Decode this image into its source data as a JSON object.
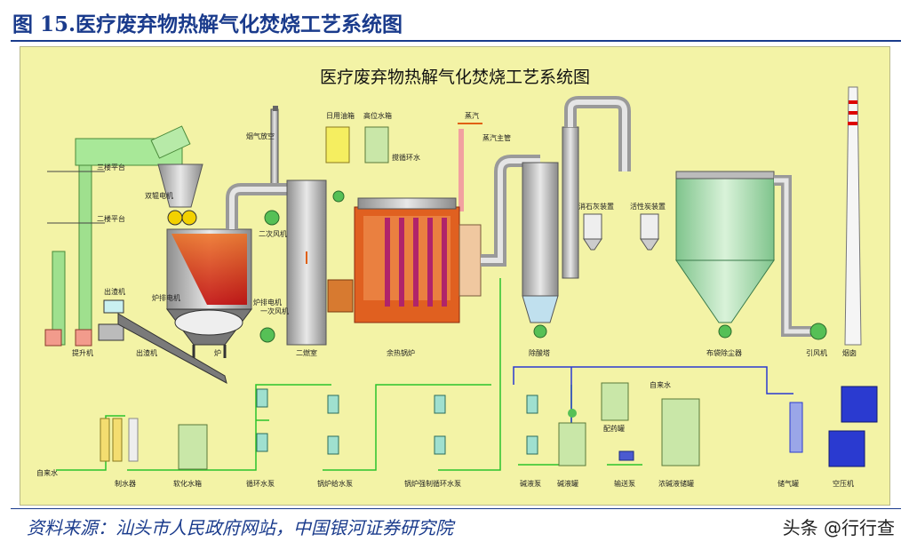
{
  "figure_title": "图 15.医疗废弃物热解气化焚烧工艺系统图",
  "diagram_title": "医疗废弃物热解气化焚烧工艺系统图",
  "source": "资料来源：汕头市人民政府网站，中国银河证券研究院",
  "watermark": "头条 @行行查",
  "labels": {
    "third_floor": "三楼平台",
    "second_floor": "二楼平台",
    "flue_vent": "烟气放空",
    "daily_oil_tank": "日用油箱",
    "high_water_tank": "高位水箱",
    "circulating_water": "搅循环水",
    "steam": "蒸汽",
    "steam_main": "蒸汽主管",
    "hopper_motor": "双辊电机",
    "secondary_fan": "二次风机",
    "ash_extractor": "出渣机",
    "furnace_motor1": "炉排电机",
    "furnace_motor2": "炉排电机",
    "primary_fan": "一次风机",
    "hoist": "提升机",
    "slag_conveyor": "出渣机",
    "gasifier": "炉",
    "secondary_chamber": "二燃室",
    "waste_heat_boiler": "余热锅炉",
    "lime_device": "消石灰装置",
    "carbon_device": "活性炭装置",
    "deacid_tower": "除酸塔",
    "bag_filter": "布袋除尘器",
    "induced_fan": "引风机",
    "chimney": "烟囱",
    "tap_water_in": "自来水",
    "tap_water": "自来水",
    "water_maker": "制水器",
    "softened_tank": "软化水箱",
    "circ_pump": "循环水泵",
    "boiler_feed_pump": "锅炉给水泵",
    "boiler_forced_pump": "锅炉强制循环水泵",
    "alkali_pump": "碱液泵",
    "alkali_tank": "碱液罐",
    "dosing_tank": "配药罐",
    "transfer_pump": "输送泵",
    "conc_alkali_tank": "浓碱液储罐",
    "gas_tank": "储气罐",
    "air_compressor": "空压机"
  }
}
